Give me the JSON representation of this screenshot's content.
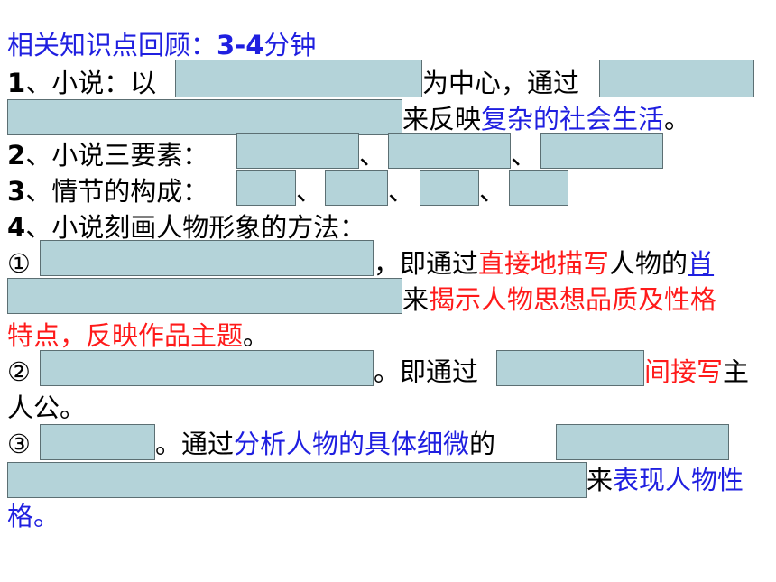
{
  "title": {
    "part1": "相关知识点回顾：",
    "part2": "3-4",
    "part3": "分钟"
  },
  "item1": {
    "num": "1",
    "a": "、小说：以",
    "b": "为中心，通过",
    "c": "来反映",
    "d": "复杂的社会生活",
    "e": "。"
  },
  "item2": {
    "num": "2",
    "a": "、小说三要素：",
    "sep": "、"
  },
  "item3": {
    "num": "3",
    "a": "、情节的构成：",
    "sep": "、"
  },
  "item4": {
    "num": "4",
    "a": "、小说刻画人物形象的方法："
  },
  "m1": {
    "marker": "①",
    "a": "，即通过",
    "b": "直接地描写",
    "c": "人物的",
    "d": "肖",
    "e": "来",
    "f": "揭示人物思想品质及性格",
    "g": "特点，反映作品主题",
    "h": "。"
  },
  "m2": {
    "marker": "②",
    "a": "。即通过",
    "b": "间接写",
    "c": "主",
    "d": "人公。"
  },
  "m3": {
    "marker": "③",
    "a": "。通过",
    "b": "分析人物的具体细微",
    "c": "的",
    "d": "来",
    "e": "表现人物性",
    "f": "格。"
  }
}
